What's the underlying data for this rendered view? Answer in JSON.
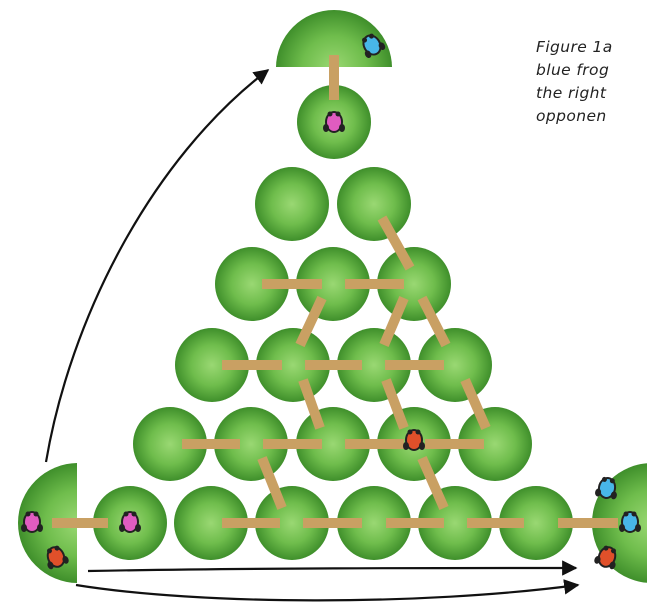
{
  "caption": {
    "lines": [
      "Figure 1a",
      "blue frog",
      "the right",
      "opponen"
    ]
  },
  "board": {
    "rows": 6,
    "pads_per_row": [
      1,
      2,
      3,
      4,
      5,
      6
    ],
    "home_zones": [
      "top",
      "left",
      "right"
    ]
  },
  "frogs": {
    "top_home": [
      "blue"
    ],
    "top_pad": [
      "pink"
    ],
    "board_center": [
      "red"
    ],
    "left_home": [
      "pink",
      "red"
    ],
    "left_pad": [
      "pink"
    ],
    "right_home": [
      "blue",
      "blue",
      "red"
    ]
  },
  "colors": {
    "pad_light": "#7fc95a",
    "pad_dark": "#3f8f2b",
    "bridge": "#c9a063",
    "frog_pink": "#e05cc0",
    "frog_blue": "#48b6e8",
    "frog_red": "#e0502a",
    "arrow": "#111111"
  }
}
